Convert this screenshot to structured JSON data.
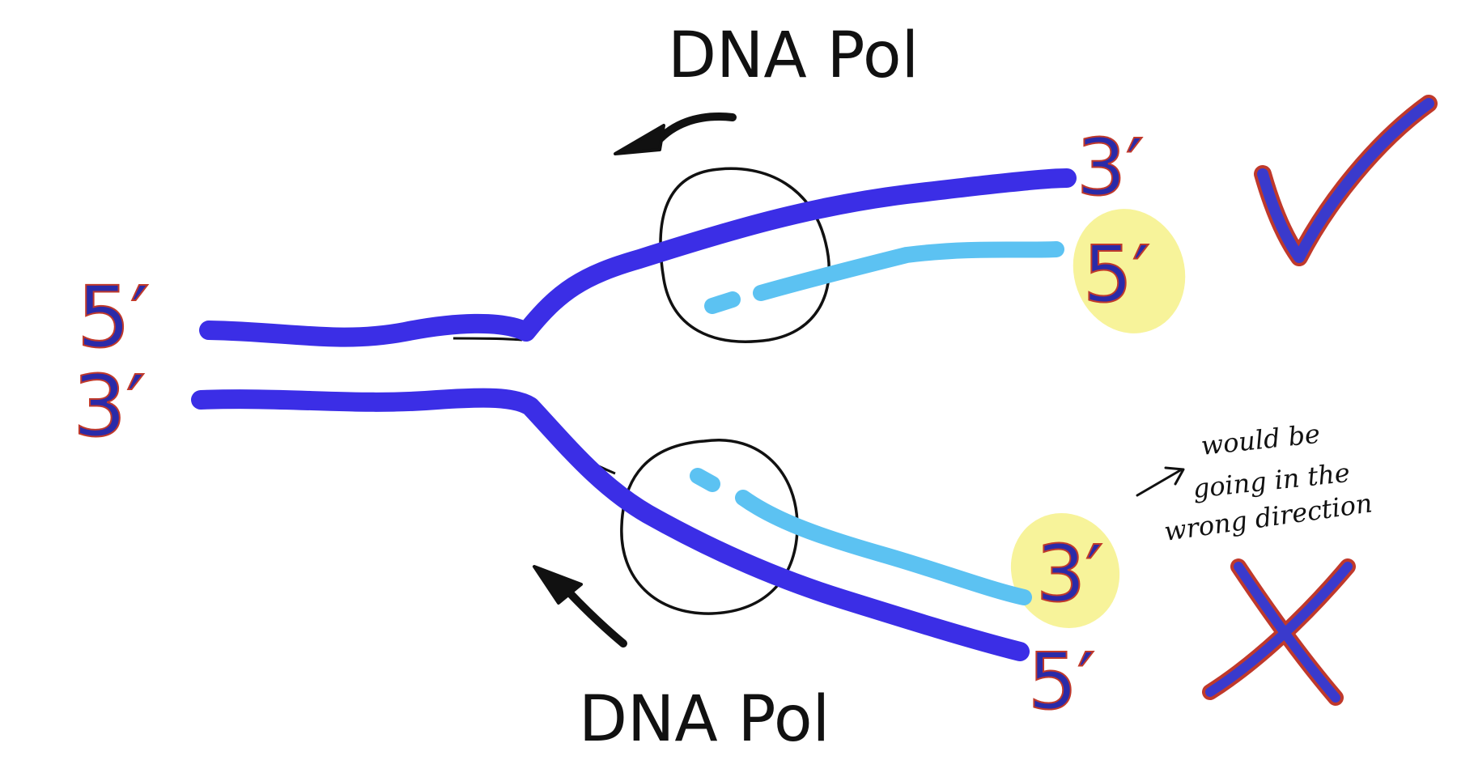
{
  "labels": {
    "pol_top": "DNA Pol",
    "pol_bottom": "DNA Pol",
    "left_top_end": "5′",
    "left_bottom_end": "3′",
    "top_right_template_end": "3′",
    "top_right_new_end": "5′",
    "bottom_right_new_end": "3′",
    "bottom_right_template_end": "5′"
  },
  "note": {
    "line1": "would be",
    "line2": "going in the",
    "line3": "wrong direction"
  },
  "marks": {
    "correct": "check-mark",
    "incorrect": "cross-mark"
  },
  "colors": {
    "template_strand": "#3b2ee6",
    "new_strand": "#5cc2f2",
    "end_label": "#2a2aa8",
    "end_label_shadow": "#c0392b",
    "highlight": "#f7f39a",
    "ink": "#111111",
    "check_fill": "#3a3acc",
    "check_edge": "#c0392b"
  }
}
